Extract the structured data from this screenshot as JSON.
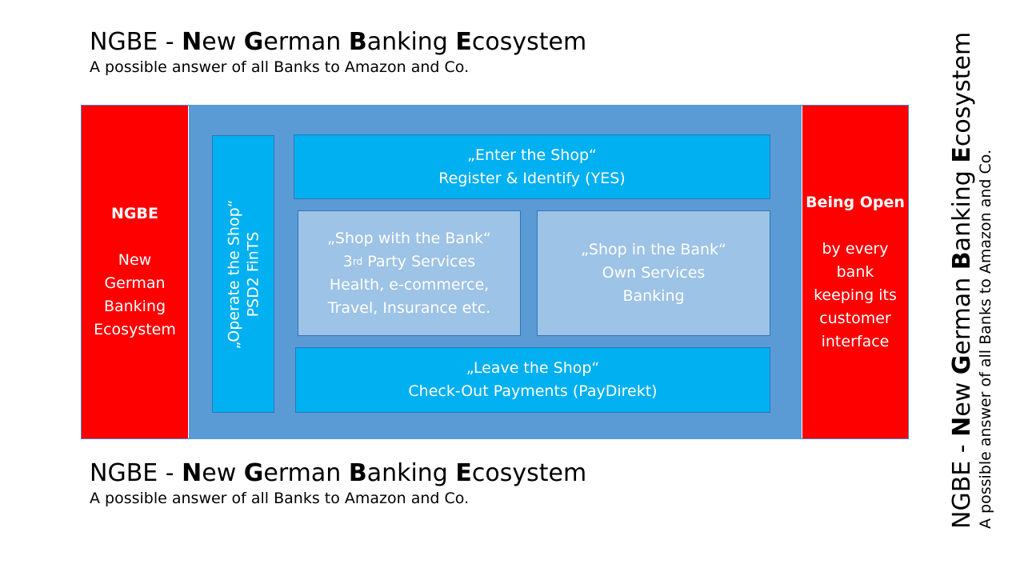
{
  "heading": {
    "prefix": "NGBE - ",
    "words": [
      {
        "first": "N",
        "rest": "ew "
      },
      {
        "first": "G",
        "rest": "erman "
      },
      {
        "first": "B",
        "rest": "anking "
      },
      {
        "first": "E",
        "rest": "cosystem"
      }
    ],
    "subtitle": "A possible answer of all Banks to Amazon and Co."
  },
  "diagram": {
    "left_panel": {
      "title": "NGBE",
      "lines": [
        "New",
        "German",
        "Banking",
        "Ecosystem"
      ]
    },
    "operate": {
      "line1": "„Operate the Shop“",
      "line2": "PSD2 FinTS"
    },
    "enter": {
      "line1": "„Enter the Shop“",
      "line2": "Register & Identify (YES)"
    },
    "shop_with": {
      "line1": "„Shop with the Bank“",
      "line2_pre": "3",
      "line2_sup": "rd",
      "line2_post": " Party Services",
      "line3": "Health, e-commerce,",
      "line4": "Travel, Insurance etc."
    },
    "shop_in": {
      "line1": "„Shop in the Bank“",
      "line2": "Own Services",
      "line3": "Banking"
    },
    "leave": {
      "line1": "„Leave the Shop“",
      "line2": "Check-Out Payments (PayDirekt)"
    },
    "right_panel": {
      "title": "Being Open",
      "lines": [
        "by every",
        "bank",
        "keeping its",
        "customer",
        "interface"
      ]
    }
  },
  "colors": {
    "red": "#ff0000",
    "frame_blue": "#5b9bd5",
    "cyan": "#00b0f0",
    "pale_blue": "#9dc3e6",
    "white_text": "#ffffff"
  }
}
